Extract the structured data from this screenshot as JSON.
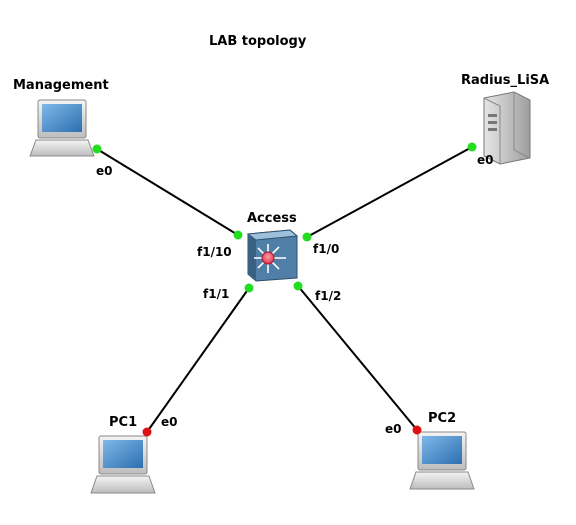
{
  "title": "LAB topology",
  "colors": {
    "link": "#000000",
    "port_up": "#22dd22",
    "port_down": "#dd1111",
    "switch_body": "#4f7fa6",
    "screen": "#3f86c9"
  },
  "nodes": {
    "management": {
      "name": "Management",
      "icon": "laptop-icon"
    },
    "radius": {
      "name": "Radius_LiSA",
      "icon": "server-icon"
    },
    "access": {
      "name": "Access",
      "icon": "switch-icon"
    },
    "pc1": {
      "name": "PC1",
      "icon": "laptop-icon"
    },
    "pc2": {
      "name": "PC2",
      "icon": "laptop-icon"
    }
  },
  "links": [
    {
      "from": "management",
      "from_port": "e0",
      "to": "access",
      "to_port": "f1/10",
      "status": "up"
    },
    {
      "from": "radius",
      "from_port": "e0",
      "to": "access",
      "to_port": "f1/0",
      "status": "up"
    },
    {
      "from": "pc1",
      "from_port": "e0",
      "to": "access",
      "to_port": "f1/1",
      "status": "down"
    },
    {
      "from": "pc2",
      "from_port": "e0",
      "to": "access",
      "to_port": "f1/2",
      "status": "down"
    }
  ]
}
